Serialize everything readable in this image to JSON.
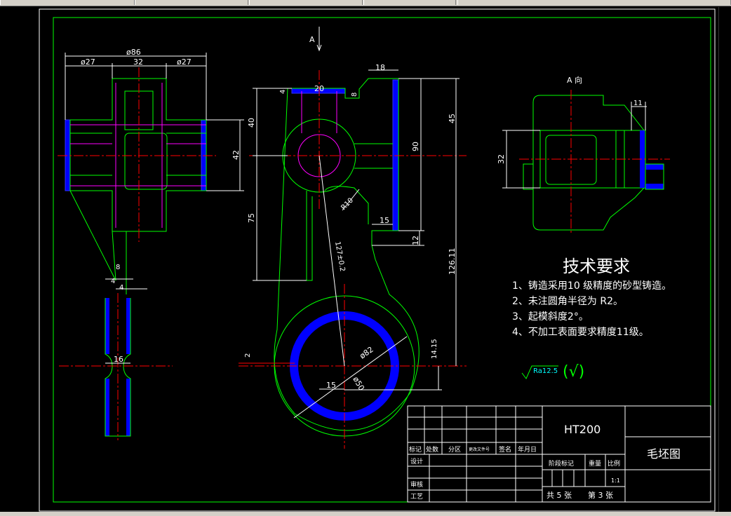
{
  "view_labels": {
    "section_a": "A",
    "a_view": "A 向"
  },
  "dims_front": {
    "d86": "ø86",
    "d27_left": "ø27",
    "d32": "32",
    "d27_right": "ø27",
    "h42": "42",
    "w8": "8",
    "w4a": "4",
    "w4b": "4",
    "w16": "16"
  },
  "dims_side": {
    "h4": "4",
    "r20": "20",
    "h8": "8",
    "w18": "18",
    "h40": "40",
    "h45": "45",
    "h90": "90",
    "r10": "R10",
    "w15_top": "15",
    "h12": "12",
    "h75": "75",
    "l127": "127±0.2",
    "h126": "126.11",
    "h2": "2",
    "d82": "ø82",
    "h14": "14.15",
    "w15_bottom": "15",
    "d50": "ø50"
  },
  "dims_aview": {
    "w11": "11",
    "h32": "32"
  },
  "tech_requirements": {
    "title": "技术要求",
    "items": [
      "1、铸造采用10 级精度的砂型铸造。",
      "2、未注圆角半径为 R2。",
      "3、起模斜度2°。",
      "4、不加工表面要求精度11级。"
    ]
  },
  "roughness": {
    "value": "Ra12.5",
    "suffix": "(√)"
  },
  "title_block": {
    "material": "HT200",
    "drawing_name": "毛坯图",
    "rev_headers": [
      "标记",
      "处数",
      "分区",
      "更改文件号",
      "签名",
      "年月日"
    ],
    "design": "设计",
    "review": "审核",
    "process": "工艺",
    "stage_mark": "阶段标记",
    "weight": "重量",
    "scale": "比例",
    "scale_value": "1:1",
    "total_sheets": "共 5 张",
    "sheet_no": "第 3 张"
  },
  "colors": {
    "background": "#000000",
    "outline": "#00ff00",
    "center_line": "#ff0000",
    "hidden_line": "#ff00ff",
    "hatch": "#0000ff",
    "dimension": "#ffffff",
    "chrome": "#d4d0c8"
  }
}
